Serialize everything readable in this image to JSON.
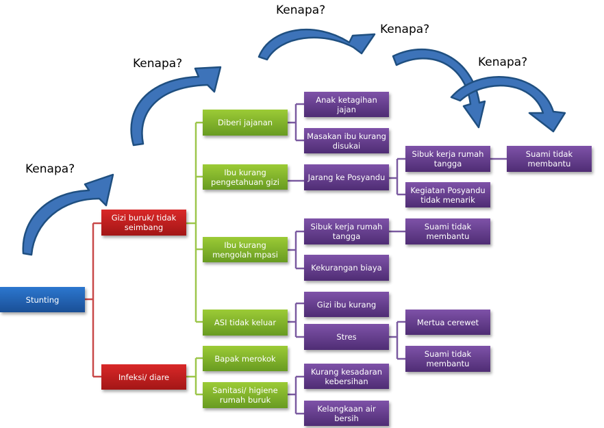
{
  "title": "Analisis akar masalah stunting",
  "question_label": "Kenapa?",
  "colors": {
    "root": "#1f5fb0",
    "level1": "#c11f1f",
    "level2": "#7fb22a",
    "level3": "#633b8d",
    "arrow_fill": "#3d73b9",
    "arrow_stroke": "#1f4f80",
    "connector_red": "#c84848",
    "connector_green": "#9cc64a",
    "connector_purple": "#7a5aa0"
  },
  "nodes": {
    "root": "Stunting",
    "gizi_buruk": "Gizi buruk/ tidak seimbang",
    "infeksi": "Infeksi/ diare",
    "diberi_jajanan": "Diberi jajanan",
    "ibu_pengetahuan": "Ibu kurang pengetahuan gizi",
    "ibu_mpasi": "Ibu kurang mengolah mpasi",
    "asi": "ASI tidak keluar",
    "bapak_merokok": "Bapak merokok",
    "sanitasi": "Sanitasi/ higiene rumah buruk",
    "anak_ketagihan": "Anak ketagihan jajan",
    "masakan_ibu": "Masakan ibu  kurang disukai",
    "jarang_posyandu": "Jarang ke Posyandu",
    "sibuk_kerja_1": "Sibuk  kerja rumah tangga",
    "kekurangan_biaya": "Kekurangan biaya",
    "gizi_ibu": "Gizi ibu kurang",
    "stres": "Stres",
    "kurang_kesadaran": "Kurang kesadaran kebersihan",
    "kelangkaan_air": "Kelangkaan air bersih",
    "sibuk_kerja_2": "Sibuk  kerja rumah tangga",
    "kegiatan_posyandu": "Kegiatan Posyandu tidak menarik",
    "suami_1": "Suami tidak membantu",
    "suami_2": "Suami tidak membantu",
    "mertua": "Mertua cerewet",
    "suami_3": "Suami tidak membantu"
  }
}
